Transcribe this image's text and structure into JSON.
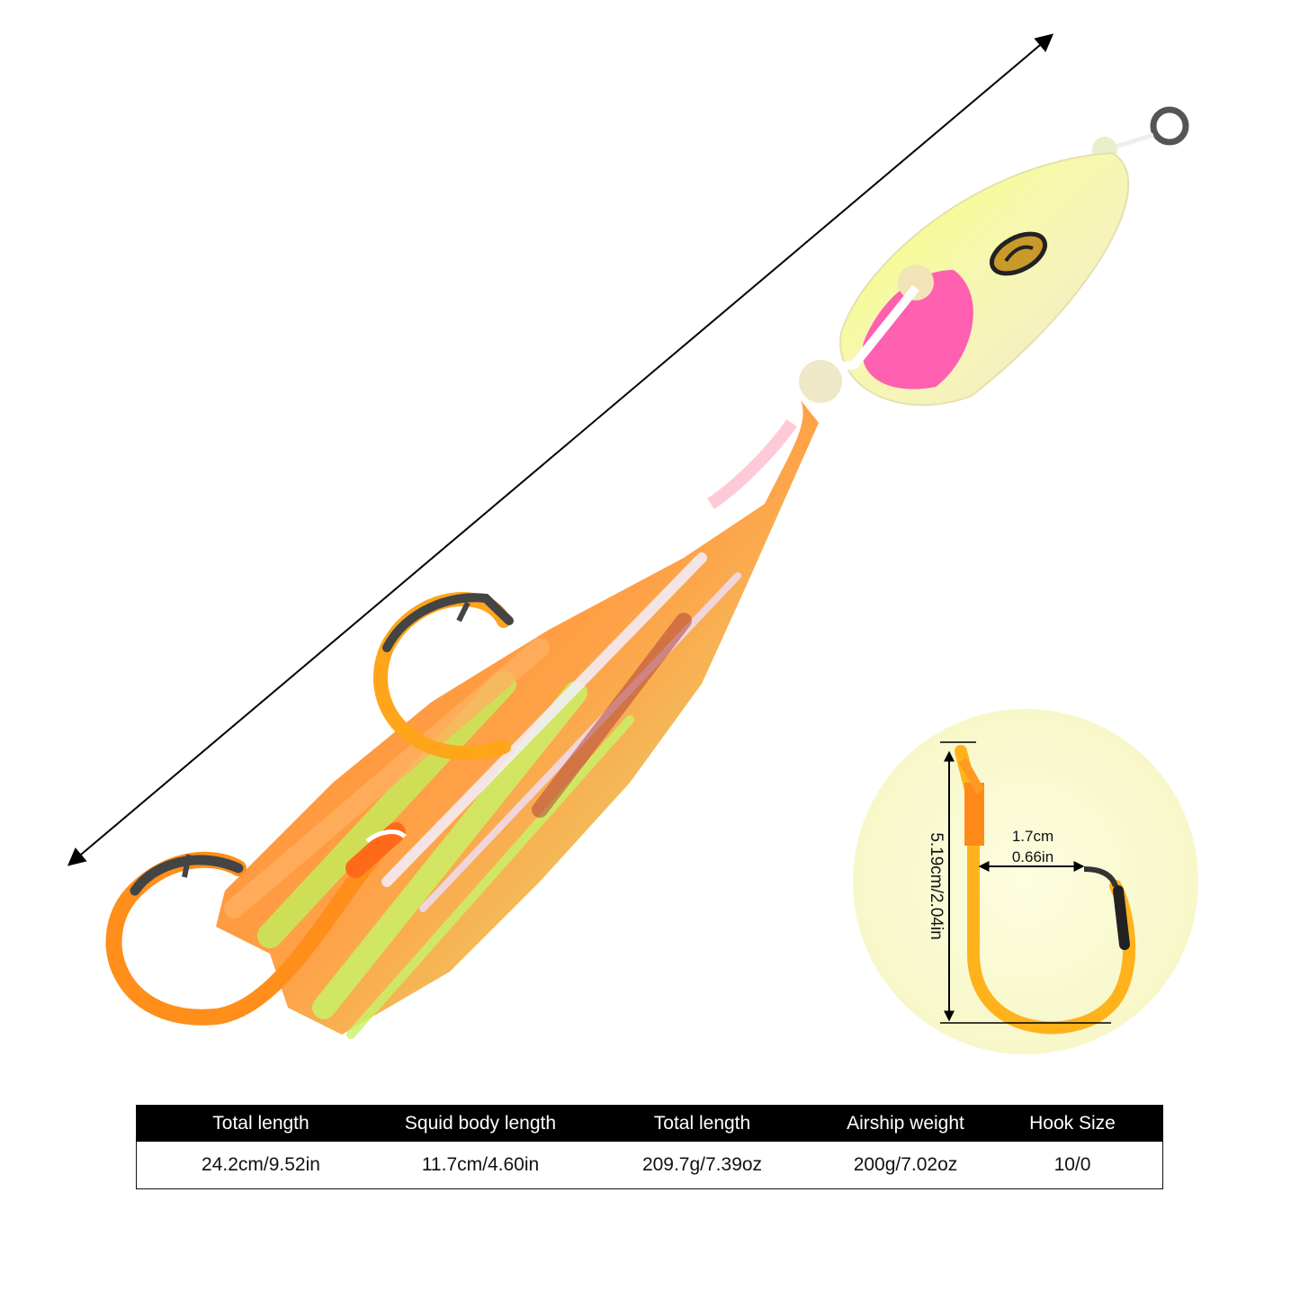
{
  "hook_diagram": {
    "height_label": "5.19cm/2.04in",
    "gap_cm": "1.7cm",
    "gap_in": "0.66in"
  },
  "specs": {
    "headers": [
      "Total length",
      "Squid body length",
      "Total length",
      "Airship weight",
      "Hook Size"
    ],
    "values": [
      "24.2cm/9.52in",
      "11.7cm/4.60in",
      "209.7g/7.39oz",
      "200g/7.02oz",
      "10/0"
    ]
  }
}
